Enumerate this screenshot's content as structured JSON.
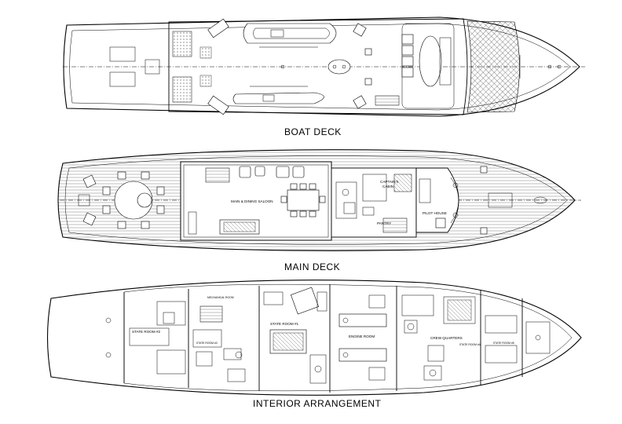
{
  "titles": {
    "boat_deck": "BOAT DECK",
    "main_deck": "MAIN DECK",
    "interior": "INTERIOR ARRANGEMENT"
  },
  "main_deck_labels": {
    "saloon": "MAIN & DINING SALOON",
    "captain_line1": "CAPTAIN'S",
    "captain_line2": "CABIN",
    "pilot_house": "PILOT HOUSE",
    "pantry": "PANTRY"
  },
  "interior_labels": {
    "state_room_2": "STATE ROOM #2",
    "state_room_1": "STATE ROOM #1",
    "engine_room": "ENGINE ROOM",
    "crew_quarters": "CREW QUARTERS",
    "mechanical_room": "MECHANICAL ROOM",
    "state_room_3": "STATE ROOM #3",
    "state_room_4": "STATE ROOM #4",
    "state_room_5": "STATE ROOM #5"
  },
  "colors": {
    "line": "#000000",
    "background": "#ffffff"
  }
}
